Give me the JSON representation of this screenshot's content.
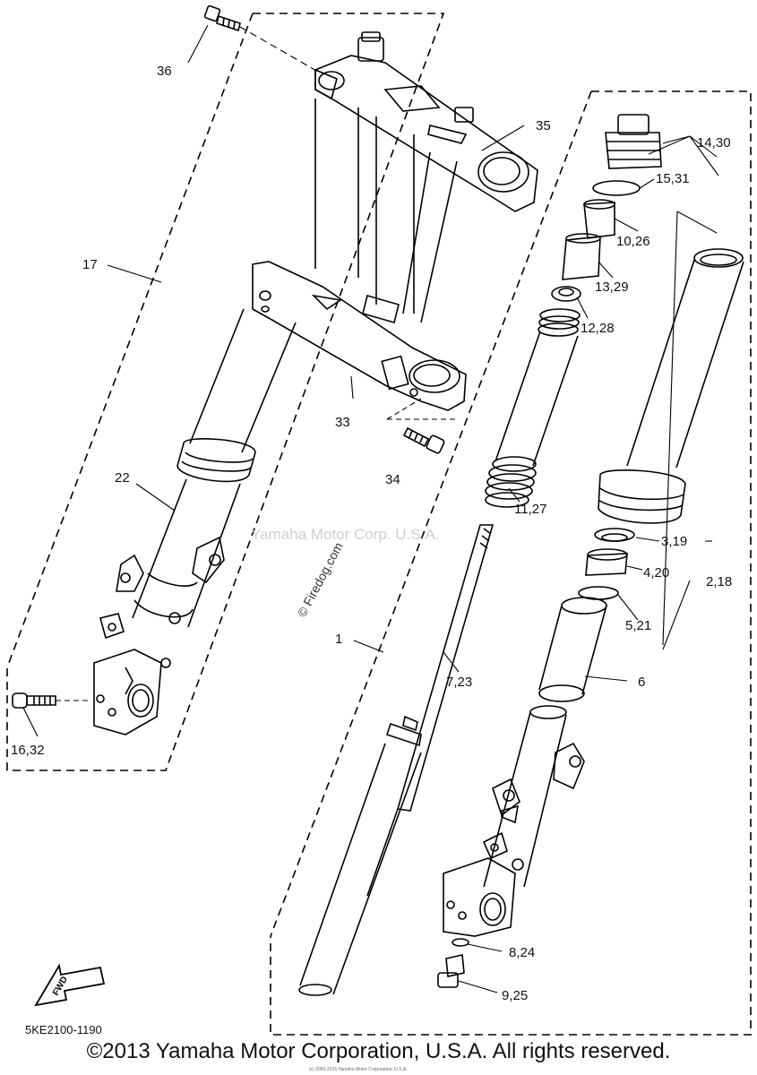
{
  "diagram": {
    "watermark_center": "Yamaha Motor Corp. U.S.A.",
    "watermark_site": "© Firedog.com",
    "diagram_code": "5KE2100-1190",
    "fwd_label": "FWD",
    "copyright": "©2013 Yamaha Motor Corporation, U.S.A. All rights reserved.",
    "tiny_note": "(c) 2003-2015 Yamaha Motor Corporation, U.S.A.",
    "callouts": [
      "36",
      "35",
      "14,30",
      "15,31",
      "10,26",
      "13,29",
      "12,28",
      "17",
      "33",
      "34",
      "22",
      "11,27",
      "3,19",
      "4,20",
      "2,18",
      "5,21",
      "1",
      "7,23",
      "6",
      "16,32",
      "8,24",
      "9,25"
    ]
  }
}
